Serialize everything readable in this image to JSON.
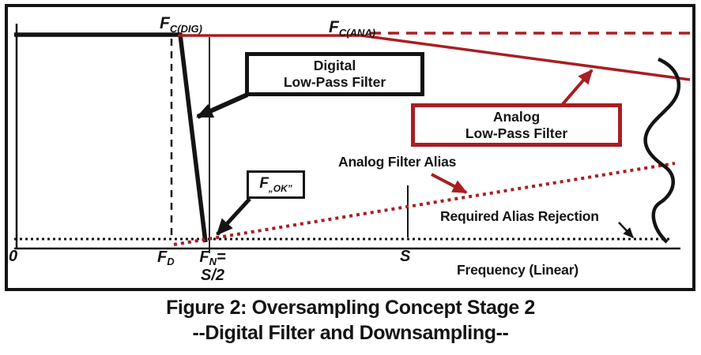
{
  "colors": {
    "red_accent": "#a91e22",
    "line_black": "#141414",
    "background": "#ffffff"
  },
  "diagram": {
    "fc_dig": {
      "main": "F",
      "sub": "C(DIG)"
    },
    "fc_ana": {
      "main": "F",
      "sub": "C(ANA)"
    },
    "digital_filter_box": {
      "line1": "Digital",
      "line2": "Low-Pass Filter"
    },
    "analog_filter_box": {
      "line1": "Analog",
      "line2": "Low-Pass Filter"
    },
    "fok_box": {
      "main": "F",
      "sub": "„OK”"
    },
    "analog_filter_alias_label": "Analog Filter Alias",
    "required_alias_rejection_label": "Required Alias Rejection",
    "x_axis_title": "Frequency (Linear)",
    "ticks": {
      "zero": "0",
      "fd": {
        "main": "F",
        "sub": "D"
      },
      "fn": {
        "main": "F",
        "sub": "N",
        "equals": "=",
        "line2": "S/2"
      },
      "s": "S"
    }
  },
  "caption": {
    "line1": "Figure 2: Oversampling Concept Stage 2",
    "line2": "--Digital Filter and Downsampling--"
  }
}
